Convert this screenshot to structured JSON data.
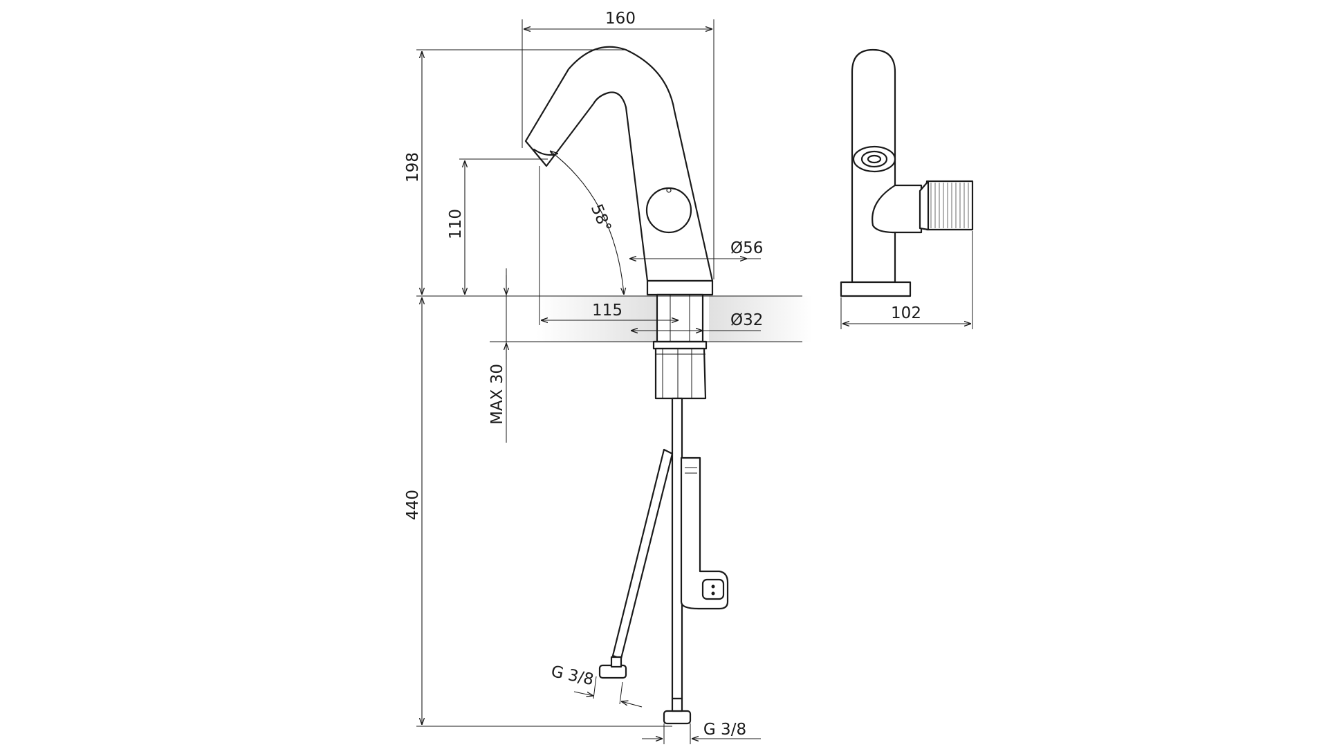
{
  "dimensions": {
    "total_width": "160",
    "total_height": "198",
    "spout_height": "110",
    "spout_angle": "58°",
    "base_diameter": "Ø56",
    "spout_reach": "115",
    "shank_diameter": "Ø32",
    "max_counter_thickness": "MAX 30",
    "hose_length": "440",
    "hose_thread_left": "G 3/8",
    "hose_thread_right": "G 3/8",
    "side_depth": "102"
  },
  "colors": {
    "line": "#1a1a1a",
    "counter_shade": "#e3e3e3"
  }
}
